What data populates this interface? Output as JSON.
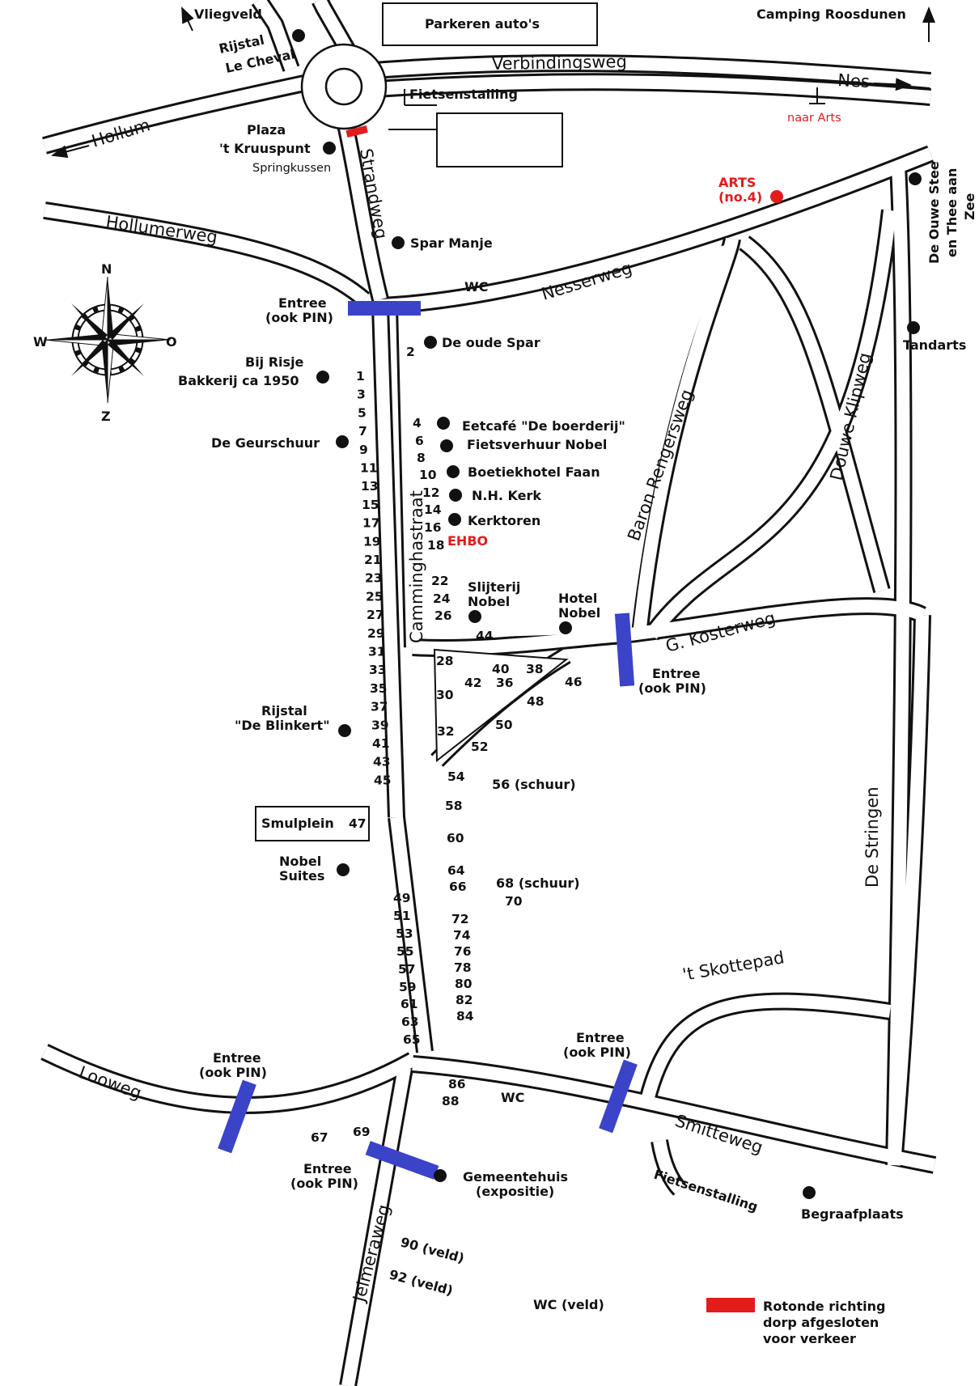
{
  "colors": {
    "road_outline": "#111111",
    "entrance": "#3b43c9",
    "closed": "#e31b1b",
    "poi": "#111111",
    "doctor": "#e31b1b"
  },
  "top": {
    "vliegveld": "Vliegveld",
    "parkeren": "Parkeren auto's",
    "camping": "Camping Roosdunen",
    "rijstal1": "Rijstal",
    "rijstal2": "Le Cheval",
    "fietsenstalling": "Fietsenstalling",
    "naar_arts": "naar Arts",
    "plaza1": "Plaza",
    "plaza2": "'t Kruuspunt",
    "springkussen": "Springkussen",
    "arts1": "ARTS",
    "arts2": "(no.4)",
    "ouwe1": "De Ouwe Stee",
    "ouwe2": "en Thee aan",
    "ouwe3": "Zee",
    "tandarts": "Tandarts"
  },
  "roads": {
    "verbindingsweg": "Verbindingsweg",
    "nes": "Nes",
    "hollum": "Hollum",
    "hollumerweg": "Hollumerweg",
    "strandweg": "Strandweg",
    "nesserweg": "Nesserweg",
    "camminghastraat": "Camminghastraat",
    "baron": "Baron Rengersweg",
    "douwe": "Douwe Klipweg",
    "kosterweg": "G. Kosterweg",
    "stringen": "De Stringen",
    "skottepad": "'t Skottepad",
    "smitteweg": "Smitteweg",
    "looweg": "Looweg",
    "jelmeraweg": "Jelmeraweg"
  },
  "compass": {
    "n": "N",
    "o": "O",
    "z": "Z",
    "w": "W"
  },
  "pois": {
    "spar_manje": "Spar Manje",
    "wc": "WC",
    "oude_spar": "De oude Spar",
    "risje1": "Bij Risje",
    "risje2": "Bakkerij ca 1950",
    "geurschuur": "De Geurschuur",
    "eetcafe": "Eetcafé \"De boerderij\"",
    "fietsverhuur": "Fietsverhuur Nobel",
    "boetiek": "Boetiekhotel Faan",
    "kerk": "N.H. Kerk",
    "kerktoren": "Kerktoren",
    "ehbo": "EHBO",
    "slijterij1": "Slijterij",
    "slijterij2": "Nobel",
    "hotel1": "Hotel",
    "hotel2": "Nobel",
    "blinkert1": "Rijstal",
    "blinkert2": "\"De Blinkert\"",
    "smulplein": "Smulplein",
    "nobel_suites1": "Nobel",
    "nobel_suites2": "Suites",
    "schuur56": "56 (schuur)",
    "schuur68": "68 (schuur)",
    "gemeente1": "Gemeentehuis",
    "gemeente2": "(expositie)",
    "begraaf": "Begraafplaats",
    "fietsen2": "Fietsenstalling",
    "veld90": "90 (veld)",
    "veld92": "92 (veld)",
    "wc_veld": "WC (veld)"
  },
  "entrances": {
    "l1": "Entree",
    "l2": "(ook PIN)"
  },
  "legend": {
    "l1": "Rotonde richting",
    "l2": "dorp afgesloten",
    "l3": "voor verkeer"
  },
  "house_numbers": {
    "odd_a": [
      "1",
      "3",
      "5",
      "7",
      "9",
      "11",
      "13",
      "15",
      "17",
      "19",
      "21",
      "23",
      "25",
      "27",
      "29",
      "31",
      "33",
      "35",
      "37",
      "39",
      "41",
      "43",
      "45"
    ],
    "even_a": [
      "2",
      "4",
      "6",
      "8",
      "10",
      "12",
      "14",
      "16",
      "18",
      "22",
      "24",
      "26"
    ],
    "tri": [
      "28",
      "30",
      "32",
      "40",
      "38",
      "42",
      "36",
      "44",
      "46",
      "48",
      "50",
      "52"
    ],
    "west_b": [
      "47",
      "49",
      "51",
      "53",
      "55",
      "57",
      "59",
      "61",
      "63",
      "65"
    ],
    "east_b": [
      "54",
      "58",
      "60",
      "64",
      "66",
      "70",
      "72",
      "74",
      "76",
      "78",
      "80",
      "82",
      "84"
    ],
    "south": [
      "86",
      "88",
      "67",
      "69"
    ]
  }
}
